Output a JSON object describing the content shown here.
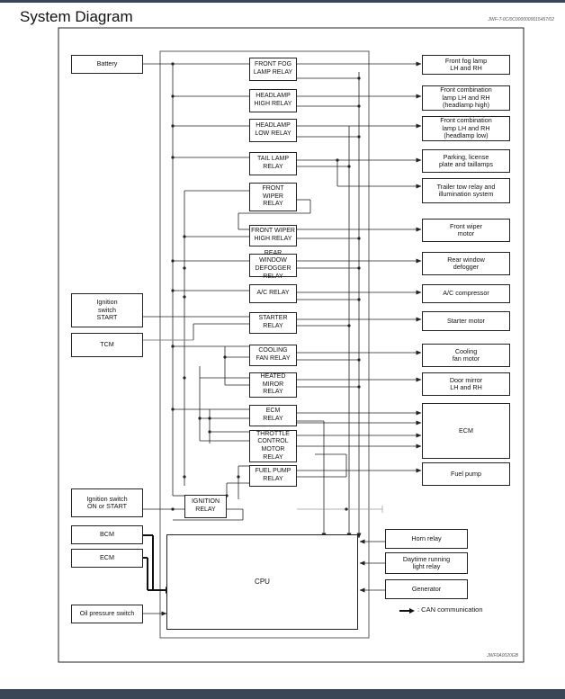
{
  "title": "System Diagram",
  "ref_codes": {
    "top": "JWF-T-0C/0C0000000015457/02",
    "bottom": "JWF0A0020GB"
  },
  "inputs": {
    "battery": "Battery",
    "ignition_start": "Ignition\nswitch\nSTART",
    "tcm": "TCM",
    "ignition_on_start": "Ignition switch\nON or START",
    "bcm": "BCM",
    "ecm_input": "ECM",
    "oil_pressure": "Oil pressure switch"
  },
  "relays": {
    "front_fog": "FRONT FOG\nLAMP RELAY",
    "headlamp_high": "HEADLAMP\nHIGH RELAY",
    "headlamp_low": "HEADLAMP\nLOW RELAY",
    "tail_lamp": "TAIL LAMP\nRELAY",
    "front_wiper": "FRONT\nWIPER\nRELAY",
    "front_wiper_high": "FRONT WIPER\nHIGH RELAY",
    "rear_defogger": "REAR WINDOW\nDEFOGGER\nRELAY",
    "ac": "A/C RELAY",
    "starter": "STARTER\nRELAY",
    "cooling_fan": "COOLING\nFAN RELAY",
    "heated_mirror": "HEATED\nMIROR\nRELAY",
    "ecm_relay": "ECM\nRELAY",
    "throttle": "THROTTLE\nCONTROL\nMOTOR\nRELAY",
    "fuel_pump": "FUEL PUMP\nRELAY",
    "ignition": "IGNITION\nRELAY"
  },
  "cpu": "CPU",
  "outputs": {
    "front_fog": "Front fog lamp\nLH and RH",
    "headlamp_high": "Front combination\nlamp LH and RH\n(headlamp high)",
    "headlamp_low": "Front combination\nlamp LH and RH\n(headlamp low)",
    "parking": "Parking, license\nplate and taillamps",
    "trailer": "Trailer tow relay and\nillumination system",
    "wiper_motor": "Front wiper\nmotor",
    "defogger": "Rear window\ndefogger",
    "ac_compressor": "A/C compressor",
    "starter_motor": "Starter motor",
    "cooling_fan_motor": "Cooling\nfan motor",
    "door_mirror": "Door mirror\nLH and RH",
    "ecm": "ECM",
    "fuel_pump": "Fuel pump"
  },
  "cpu_inputs": {
    "horn": "Horn relay",
    "daytime": "Daytime running\nlight relay",
    "generator": "Generator"
  },
  "legend": {
    "can": ": CAN communication"
  }
}
